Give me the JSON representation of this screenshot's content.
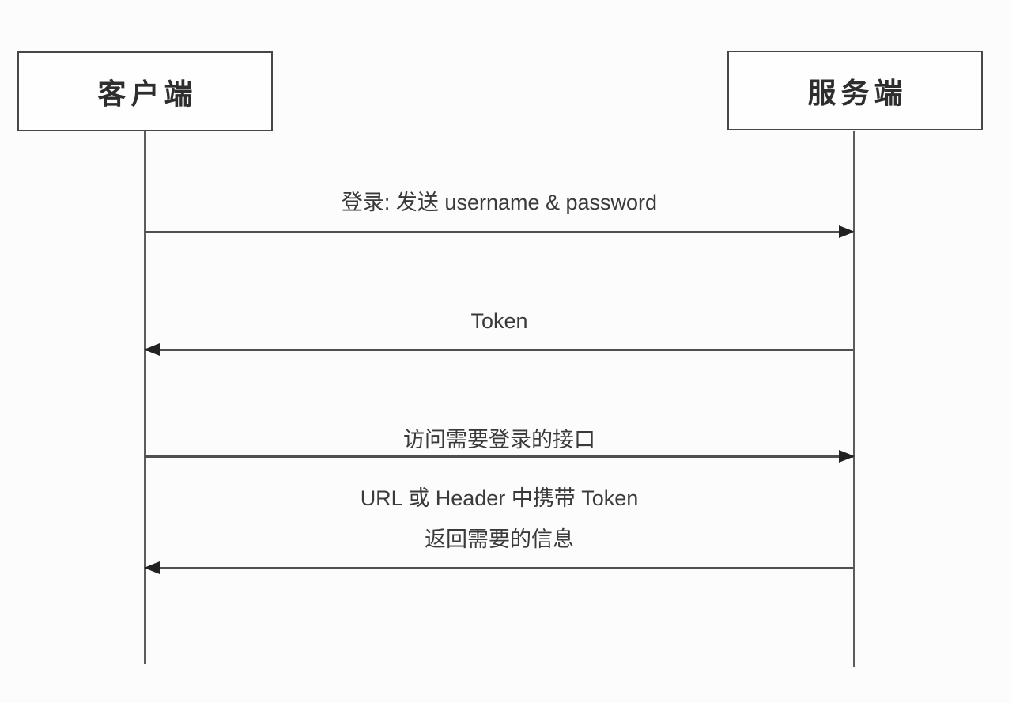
{
  "diagram": {
    "title_implicit": "Token authentication sequence",
    "actors": [
      {
        "id": "client",
        "name": "客户端"
      },
      {
        "id": "server",
        "name": "服务端"
      }
    ],
    "messages": [
      {
        "from": "client",
        "to": "server",
        "direction": "right",
        "label": "登录:  发送 username & password"
      },
      {
        "from": "server",
        "to": "client",
        "direction": "left",
        "label": "Token"
      },
      {
        "from": "client",
        "to": "server",
        "direction": "right",
        "label": "访问需要登录的接口\nURL 或 Header 中携带 Token",
        "lines": [
          "访问需要登录的接口",
          "URL 或 Header 中携带 Token"
        ]
      },
      {
        "from": "server",
        "to": "client",
        "direction": "left",
        "label": "返回需要的信息"
      }
    ]
  },
  "colors": {
    "background": "#fcfcfc",
    "box_border": "#474747",
    "lifeline": "#5c5c5c",
    "arrow_line": "#4f4f4f",
    "arrowhead": "#222222",
    "text": "#3a3a3a"
  }
}
